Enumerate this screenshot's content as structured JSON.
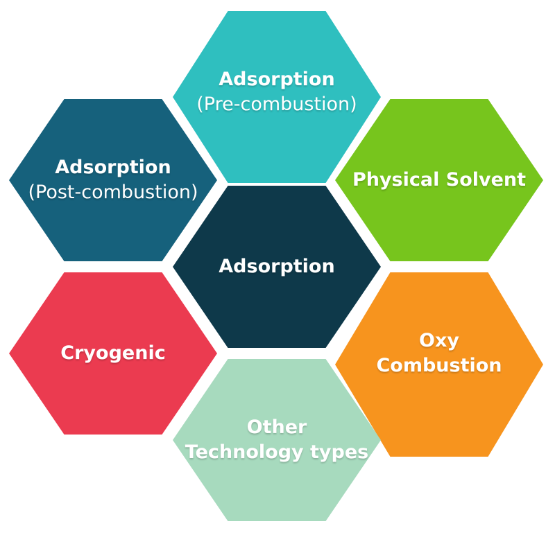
{
  "canvas": {
    "background": "#FFFFFF"
  },
  "diagram": {
    "type": "hexagon-honeycomb",
    "text_color": "#FFFFFF",
    "hexagons": [
      {
        "id": "adsorption-pre-combustion",
        "title": "Adsorption",
        "subtitle": "(Pre-combustion)",
        "color": "#2FBFBF",
        "position": "top"
      },
      {
        "id": "adsorption-post-combustion",
        "title": "Adsorption",
        "subtitle": "(Post-combustion)",
        "color": "#16617C",
        "position": "top-left"
      },
      {
        "id": "physical-solvent",
        "title": "Physical Solvent",
        "subtitle": "",
        "color": "#77C51D",
        "position": "top-right"
      },
      {
        "id": "adsorption",
        "title": "Adsorption",
        "subtitle": "",
        "color": "#0E394A",
        "position": "center"
      },
      {
        "id": "cryogenic",
        "title": "Cryogenic",
        "subtitle": "",
        "color": "#EB3B50",
        "position": "bottom-left"
      },
      {
        "id": "oxy-combustion",
        "title": "Oxy",
        "subtitle": "Combustion",
        "color": "#F7941E",
        "position": "bottom-right"
      },
      {
        "id": "other-technology-types",
        "title": "Other",
        "subtitle": "Technology types",
        "color": "#A7DABE",
        "position": "bottom"
      }
    ]
  }
}
